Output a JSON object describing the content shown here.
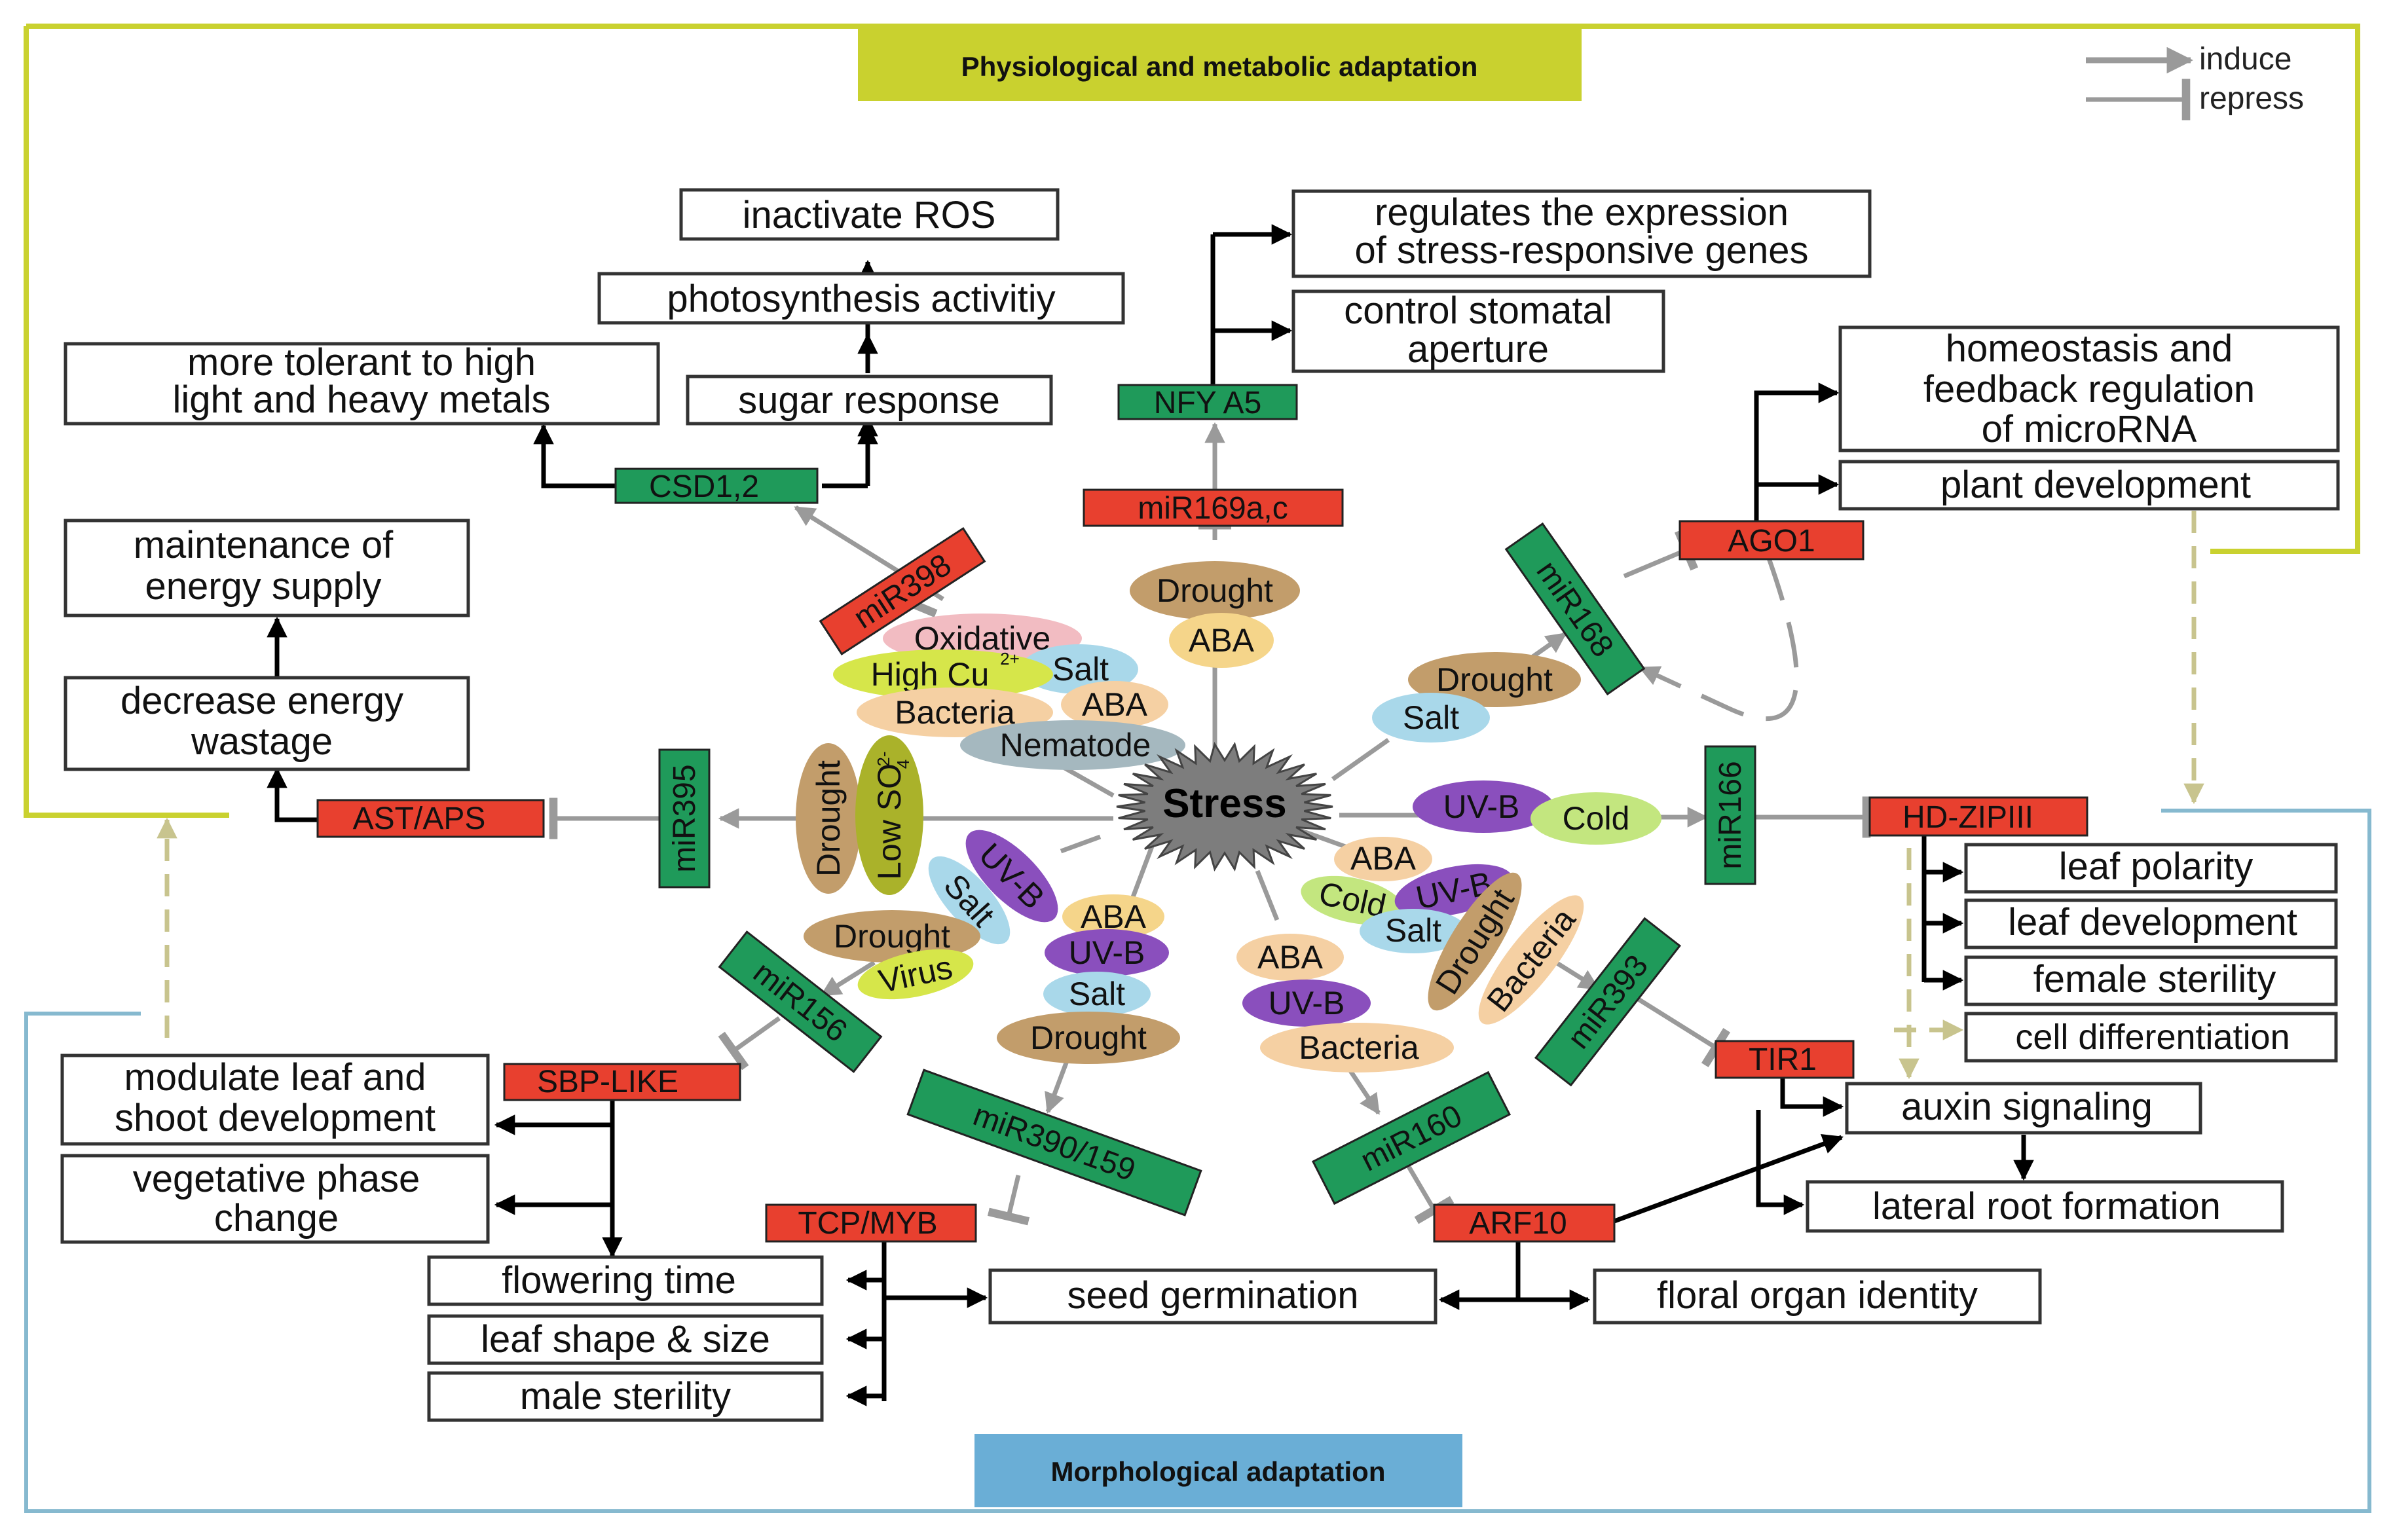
{
  "colors": {
    "gene": "#e8402f",
    "mirna": "#1f9a5a",
    "phys_frame": "#c9d12f",
    "morph_frame": "#86b9cf",
    "phys_label_bg": "#c9d12f",
    "morph_label_bg": "#6aaed6",
    "arrow_gray": "#9a9a9a",
    "arrow_black": "#000000",
    "dashed": "#b9b58a"
  },
  "sections": {
    "physiological": "Physiological and metabolic adaptation",
    "morphological": "Morphological adaptation"
  },
  "legend": {
    "induce": "induce",
    "repress": "repress"
  },
  "center": "Stress",
  "stress_bubbles": {
    "oxidative": "Oxidative",
    "high_cu": "High Cu",
    "cu_sup": "2+",
    "salt_a": "Salt",
    "bacteria_a": "Bacteria",
    "aba_a": "ABA",
    "nematode": "Nematode",
    "drought_b": "Drought",
    "aba_b": "ABA",
    "drought_c": "Drought",
    "salt_c": "Salt",
    "drought_d": "Drought",
    "low_so": "Low SO",
    "so_sub": "4",
    "so_sup": "2-",
    "uvb_e": "UV-B",
    "cold_e": "Cold",
    "aba_f": "ABA",
    "cold_f": "Cold",
    "uvb_f": "UV-B",
    "salt_f": "Salt",
    "drought_f": "Drought",
    "bacteria_f": "Bacteria",
    "aba_g": "ABA",
    "uvb_g": "UV-B",
    "bacteria_g": "Bacteria",
    "aba_h": "ABA",
    "uvb_h": "UV-B",
    "salt_h": "Salt",
    "drought_h": "Drought",
    "uvb_i": "UV-B",
    "salt_i": "Salt",
    "drought_i": "Drought",
    "virus_i": "Virus"
  },
  "mirnas": {
    "mir398": "miR398",
    "mir169": "miR169a,c",
    "mir168": "miR168",
    "mir395": "miR395",
    "mir166": "miR166",
    "mir156": "miR156",
    "mir390": "miR390/159",
    "mir160": "miR160",
    "mir393": "miR393"
  },
  "genes": {
    "csd": "CSD1,2",
    "nfy": "NFY A5",
    "ago1": "AGO1",
    "ast": "AST/APS",
    "hdzip": "HD-ZIPIII",
    "sbp": "SBP-LIKE",
    "tcp": "TCP/MYB",
    "arf10": "ARF10",
    "tir1": "TIR1"
  },
  "outcomes": {
    "inactivate_ros": "inactivate ROS",
    "photosynthesis": "photosynthesis activitiy",
    "sugar": "sugar response",
    "tolerant_1": "more tolerant to high",
    "tolerant_2": "light and heavy metals",
    "regulates_1": "regulates the expression",
    "regulates_2": "of stress-responsive genes",
    "stomatal_1": "control stomatal",
    "stomatal_2": "aperture",
    "homeo_1": "homeostasis and",
    "homeo_2": "feedback regulation",
    "homeo_3": "of microRNA",
    "plant_dev": "plant development",
    "energy_supply_1": "maintenance of",
    "energy_supply_2": "energy supply",
    "energy_waste_1": "decrease energy",
    "energy_waste_2": "wastage",
    "leaf_polarity": "leaf polarity",
    "leaf_dev": "leaf development",
    "female_sterility": "female sterility",
    "cell_diff": "cell differentiation",
    "auxin": "auxin signaling",
    "lateral_root": "lateral root formation",
    "modulate_1": "modulate leaf and",
    "modulate_2": "shoot development",
    "vegetative_1": "vegetative phase",
    "vegetative_2": "change",
    "flowering": "flowering time",
    "leaf_shape": "leaf shape & size",
    "male_sterility": "male sterility",
    "seed_germ": "seed germination",
    "floral_organ": "floral organ identity"
  }
}
